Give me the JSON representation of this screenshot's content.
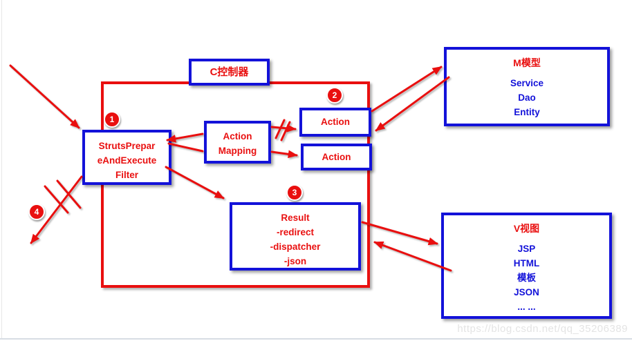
{
  "diagram": {
    "controller_label": "C控制器",
    "filter_lines": [
      "StrutsPrepar",
      "eAndExecute",
      "Filter"
    ],
    "mapping_lines": [
      "Action",
      "Mapping"
    ],
    "action_top_label": "Action",
    "action_bottom_label": "Action",
    "result_lines": [
      "Result",
      "-redirect",
      "-dispatcher",
      "-json"
    ],
    "model": {
      "title": "M模型",
      "items": [
        "Service",
        "Dao",
        "Entity"
      ]
    },
    "view": {
      "title": "V视图",
      "items": [
        "JSP",
        "HTML",
        "模板",
        "JSON",
        "... ..."
      ]
    },
    "badges": [
      "1",
      "2",
      "3",
      "4"
    ],
    "watermark": "https://blog.csdn.net/qq_35206389",
    "colors": {
      "red": "#e90f0f",
      "blue": "#1312d9"
    }
  }
}
